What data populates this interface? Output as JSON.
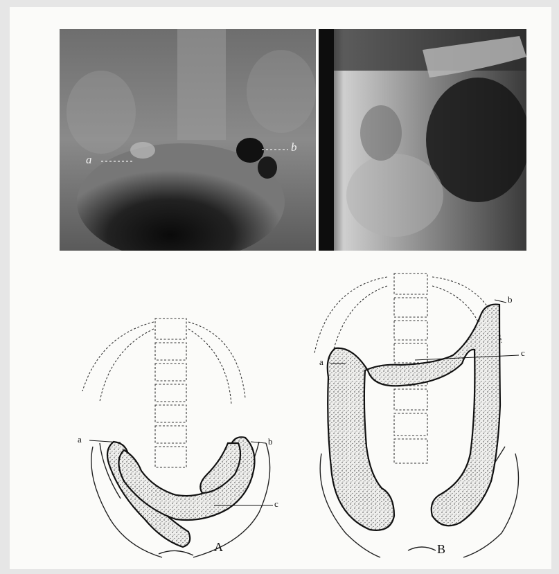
{
  "figure": {
    "photo_left": {
      "label_a": "a",
      "label_b": "b"
    },
    "drawing_a": {
      "panel_letter": "A",
      "label_a": "a",
      "label_b": "b",
      "label_c": "c"
    },
    "drawing_b": {
      "panel_letter": "B",
      "label_a": "a",
      "label_b": "b",
      "label_c": "c"
    }
  }
}
